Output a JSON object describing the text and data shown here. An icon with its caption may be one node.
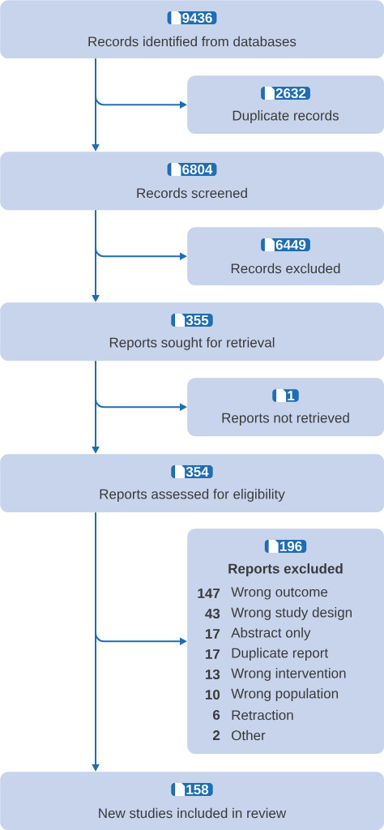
{
  "diagram": {
    "nodes": [
      {
        "text": [
          "9436",
          "Records identified from databases"
        ]
      },
      {
        "text": [
          "2632",
          "Duplicate records"
        ]
      },
      {
        "text": [
          "6804",
          "Records screened"
        ]
      },
      {
        "text": [
          "6449",
          "Records excluded"
        ]
      },
      {
        "text": [
          "355",
          "Reports sought for retrieval"
        ]
      },
      {
        "text": [
          "1",
          "Reports not retrieved"
        ]
      },
      {
        "text": [
          "354",
          "Reports assessed for eligibility"
        ]
      },
      {
        "text": [
          "196",
          "Reports excluded",
          "147",
          "Wrong outcome",
          "43",
          "Wrong study design",
          "17",
          "Abstract only",
          "17",
          "Duplicate report",
          "13",
          "Wrong intervention",
          "10",
          "Wrong population",
          "6",
          "Retraction",
          "2",
          "Other"
        ]
      },
      {
        "text": [
          "158",
          "New studies included in review"
        ]
      }
    ],
    "edges": [
      {
        "from": 0,
        "to": 2,
        "arrow": "to"
      },
      {
        "from": 0,
        "to": 1,
        "arrow": "to"
      },
      {
        "from": 2,
        "to": 4,
        "arrow": "to"
      },
      {
        "from": 2,
        "to": 3,
        "arrow": "to"
      },
      {
        "from": 4,
        "to": 6,
        "arrow": "to"
      },
      {
        "from": 4,
        "to": 5,
        "arrow": "to"
      },
      {
        "from": 6,
        "to": 8,
        "arrow": "to"
      },
      {
        "from": 6,
        "to": 7,
        "arrow": "to"
      }
    ]
  }
}
